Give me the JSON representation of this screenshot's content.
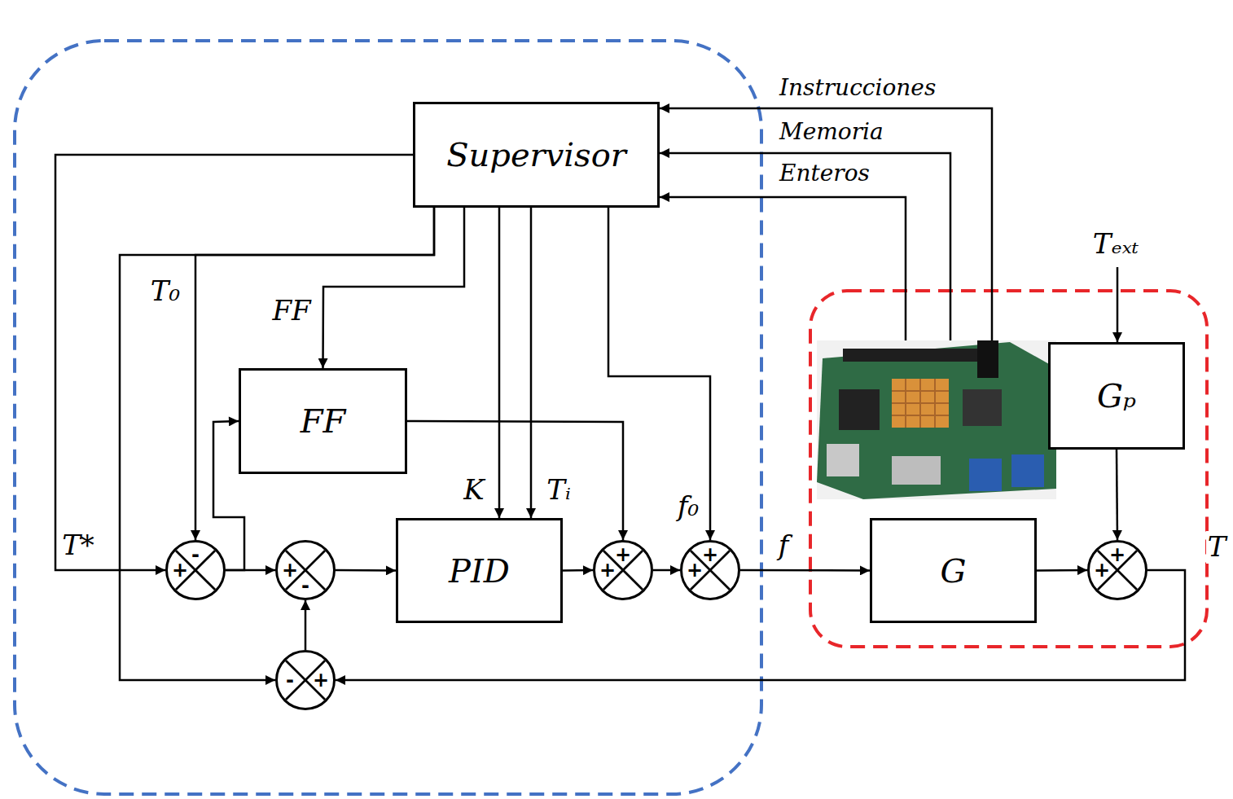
{
  "diagram": {
    "nodes": [
      {
        "text": [
          "Supervisor"
        ]
      },
      {
        "text": [
          "FF"
        ]
      },
      {
        "text": [
          "PID"
        ]
      },
      {
        "text": [
          "G"
        ]
      },
      {
        "text": [
          "Gₚ"
        ]
      },
      {
        "text": [
          "+",
          "-"
        ]
      },
      {
        "text": [
          "+",
          "-"
        ]
      },
      {
        "text": [
          "+",
          "+"
        ]
      },
      {
        "text": [
          "+",
          "+"
        ]
      },
      {
        "text": [
          "+",
          "+"
        ]
      },
      {
        "text": [
          "-",
          "+"
        ]
      }
    ],
    "edges": [
      {
        "from": 0,
        "to": 5,
        "arrow": "to",
        "label": "T*"
      },
      {
        "from": 0,
        "to": 5,
        "arrow": "to",
        "label": "T₀"
      },
      {
        "from": 0,
        "to": 10,
        "arrow": "to"
      },
      {
        "from": 0,
        "to": 1,
        "arrow": "to",
        "label": "FF"
      },
      {
        "from": 0,
        "to": 2,
        "arrow": "to",
        "label": "K"
      },
      {
        "from": 0,
        "to": 2,
        "arrow": "to",
        "label": "Tᵢ"
      },
      {
        "from": 0,
        "to": 8,
        "arrow": "to",
        "label": "f₀"
      },
      {
        "from": 5,
        "to": 6,
        "arrow": "to"
      },
      {
        "from": 5,
        "to": 1,
        "arrow": "to"
      },
      {
        "from": 1,
        "to": 7,
        "arrow": "to"
      },
      {
        "from": 6,
        "to": 2,
        "arrow": "to"
      },
      {
        "from": 10,
        "to": 6,
        "arrow": "to"
      },
      {
        "from": 2,
        "to": 7,
        "arrow": "to"
      },
      {
        "from": 7,
        "to": 8,
        "arrow": "to"
      },
      {
        "from": 8,
        "to": 3,
        "arrow": "to",
        "label": "f"
      },
      {
        "from": 3,
        "to": 9,
        "arrow": "to"
      },
      {
        "from": 4,
        "to": 9,
        "arrow": "to"
      },
      {
        "from": 9,
        "to": 10,
        "arrow": "to",
        "label": "T"
      }
    ],
    "labels": [
      "Instrucciones",
      "Memoria",
      "Enteros",
      "Tₑₓₜ"
    ]
  }
}
